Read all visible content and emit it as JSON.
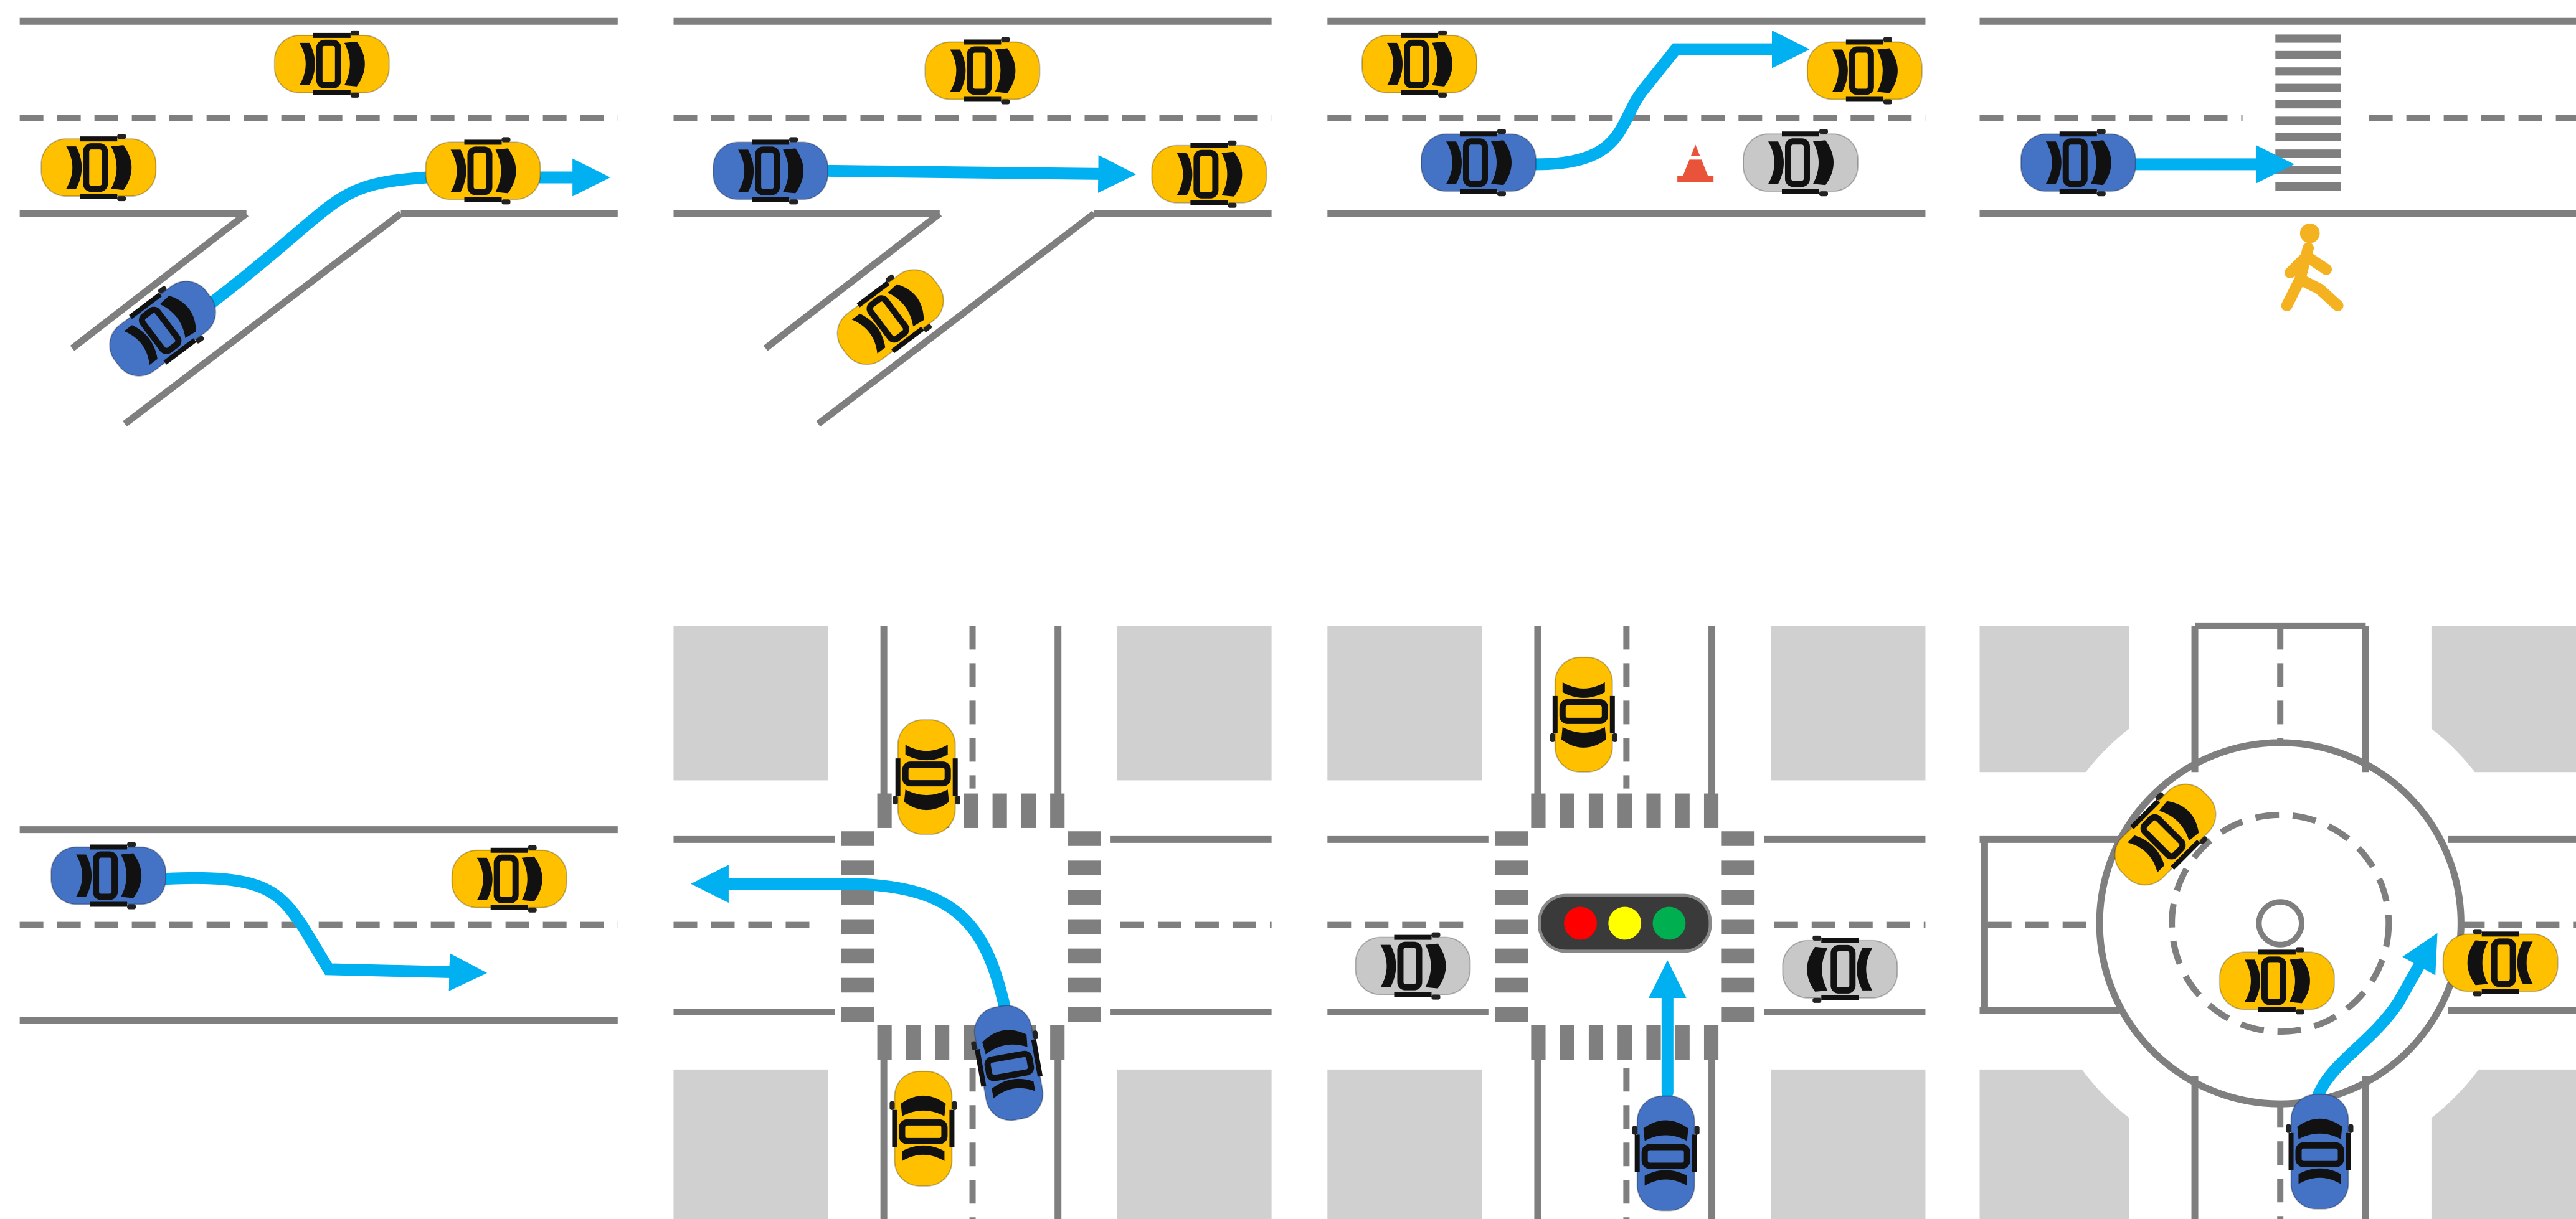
{
  "colors": {
    "background": "#ffffff",
    "road_line": "#7f7f7f",
    "block": "#d0d0d0",
    "ego_car": "#4472c4",
    "npc_car": "#ffc000",
    "parked_car": "#c8c8c8",
    "path_arrow": "#00b0f0",
    "pedestrian": "#f4b120",
    "cone": "#e8533a",
    "light_red": "#ff0000",
    "light_yellow": "#ffff00",
    "light_green": "#00b050",
    "light_housing": "#3a3a3a"
  },
  "scenes": [
    {
      "id": "merge",
      "icons": [
        "ego-car-icon",
        "npc-car-icon",
        "path-arrow-icon"
      ]
    },
    {
      "id": "ramp-yield",
      "icons": [
        "ego-car-icon",
        "npc-car-icon",
        "path-arrow-icon"
      ]
    },
    {
      "id": "cone-overtake",
      "icons": [
        "ego-car-icon",
        "npc-car-icon",
        "parked-car-icon",
        "traffic-cone-icon",
        "path-arrow-icon"
      ]
    },
    {
      "id": "crosswalk",
      "icons": [
        "ego-car-icon",
        "pedestrian-icon",
        "crosswalk-icon",
        "path-arrow-icon"
      ]
    },
    {
      "id": "lane-change",
      "icons": [
        "ego-car-icon",
        "npc-car-icon",
        "path-arrow-icon"
      ]
    },
    {
      "id": "left-turn",
      "icons": [
        "ego-car-icon",
        "npc-car-icon",
        "crosswalk-icon",
        "path-arrow-icon"
      ]
    },
    {
      "id": "traffic-light",
      "icons": [
        "ego-car-icon",
        "npc-car-icon",
        "parked-car-icon",
        "traffic-light-icon",
        "path-arrow-icon"
      ]
    },
    {
      "id": "roundabout",
      "icons": [
        "ego-car-icon",
        "npc-car-icon",
        "path-arrow-icon"
      ]
    }
  ]
}
